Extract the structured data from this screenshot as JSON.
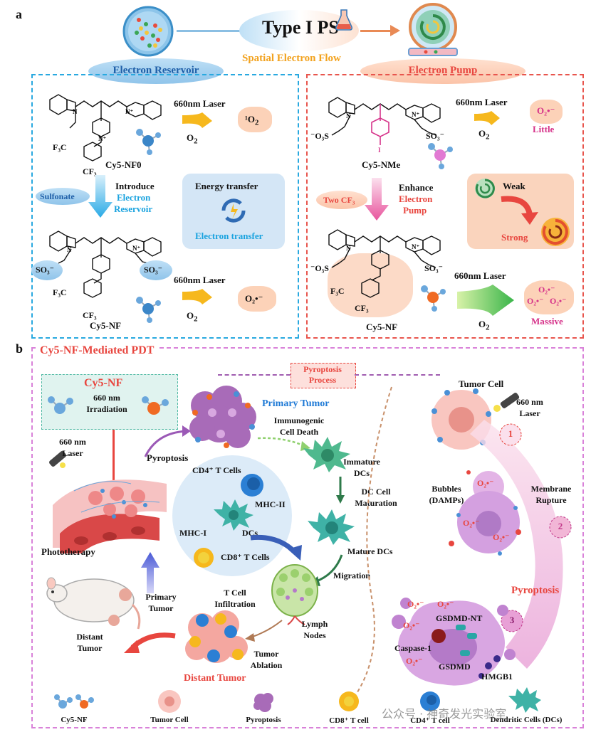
{
  "panel_a": {
    "letter": "a",
    "title": "Type I PS",
    "subtitle": "Spatial Electron Flow",
    "left_header": "Electron Reservoir",
    "right_header": "Electron Pump",
    "laser_label": "660nm Laser",
    "o2_label": "O",
    "o2_sub": "2",
    "singlet_label": "¹O",
    "singlet_sub": "2",
    "radical_label": "O₂•⁻",
    "cy5_nf0": "Cy5-NF0",
    "cy5_nf": "Cy5-NF",
    "cy5_nme": "Cy5-NMe",
    "introduce": "Introduce",
    "electron_reservoir_2": "Electron",
    "electron_reservoir_3": "Reservoir",
    "sulfonate": "Sulfonate",
    "enhance": "Enhance",
    "electron_pump_2": "Electron",
    "electron_pump_3": "Pump",
    "two_cf3": "Two CF₃",
    "energy_transfer": "Energy transfer",
    "electron_transfer": "Electron transfer",
    "weak": "Weak",
    "strong": "Strong",
    "little": "Little",
    "massive": "Massive",
    "cf3": "CF₃",
    "f3c": "F₃C",
    "so3": "SO₃⁻",
    "o3s": "⁻O₃S"
  },
  "panel_b": {
    "letter": "b",
    "title": "Cy5-NF-Mediated PDT",
    "pyroptosis_process_1": "Pyroptosis",
    "pyroptosis_process_2": "Process",
    "cy5nf_box": "Cy5-NF",
    "irr_1": "660 nm",
    "irr_2": "Irradiation",
    "laser_1": "660 nm",
    "laser_2": "Laser",
    "primary_tumor": "Primary Tumor",
    "icd_1": "Immunogenic",
    "icd_2": "Cell Death",
    "pyroptosis": "Pyroptosis",
    "cd4": "CD4⁺ T Cells",
    "mhc2": "MHC-II",
    "mhc1": "MHC-I",
    "dcs": "DCs",
    "cd8": "CD8⁺ T Cells",
    "immature_1": "Immature",
    "immature_2": "DCs",
    "maturation_1": "DC Cell",
    "maturation_2": "Maturation",
    "mature": "Mature DCs",
    "migration": "Migration",
    "phototherapy": "Phototherapy",
    "primary_tumor_2a": "Primary",
    "primary_tumor_2b": "Tumor",
    "t_infil_1": "T Cell",
    "t_infil_2": "Infiltration",
    "lymph_1": "Lymph",
    "lymph_2": "Nodes",
    "distant_1": "Distant",
    "distant_2": "Tumor",
    "distant_tumor": "Distant Tumor",
    "ablation_1": "Tumor",
    "ablation_2": "Ablation",
    "tumor_cell": "Tumor Cell",
    "laser_r1": "660 nm",
    "laser_r2": "Laser",
    "bubbles_1": "Bubbles",
    "bubbles_2": "(DAMPs)",
    "membrane_1": "Membrane",
    "membrane_2": "Rupture",
    "pyroptosis_big": "Pyroptosis",
    "gsdmd_nt": "GSDMD-NT",
    "caspase": "Caspase-1",
    "gsdmd": "GSDMD",
    "hmgb1": "HMGB1",
    "step1": "1",
    "step2": "2",
    "step3": "3"
  },
  "legend": {
    "cy5nf": "Cy5-NF",
    "tumor_cell": "Tumor Cell",
    "pyroptosis": "Pyroptosis",
    "cd8": "CD8⁺ T cell",
    "cd4": "CD4⁺ T cell",
    "dcs": "Dendritic Cells (DCs)"
  },
  "watermark": "公众号 · 神奇发光实验室"
}
